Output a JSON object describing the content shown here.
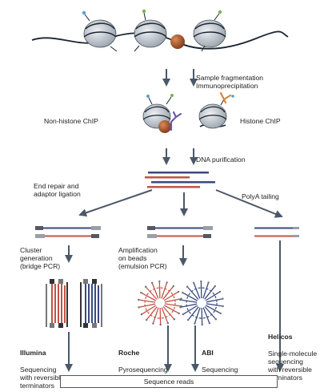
{
  "labels": {
    "fragmentation": "Sample fragmentation\nImmunoprecipitation",
    "non_histone": "Non-histone ChIP",
    "histone": "Histone ChIP",
    "dna_purification": "DNA purification",
    "end_repair": "End repair and\nadaptor ligation",
    "polya": "PolyA tailing",
    "cluster": "Cluster\ngeneration\n(bridge PCR)",
    "amplification": "Amplification\non beads\n(emulsion PCR)"
  },
  "platforms": {
    "illumina": {
      "name": "Illumina",
      "desc": "Sequencing\nwith reversible\nterminators"
    },
    "roche": {
      "name": "Roche",
      "desc": "Pyrosequencing"
    },
    "abi": {
      "name": "ABI",
      "desc": "Sequencing\nby ligation"
    },
    "helicos": {
      "name": "Helicos",
      "desc": "Single-molecule\nsequencing\nwith reversible\nterminators"
    }
  },
  "sequence_reads": "Sequence reads",
  "colors": {
    "dna": "#1b2431",
    "nucleosome": "#c9cfd6",
    "protein": "#a85a2e",
    "arrow": "#4a5868",
    "strand_blue": "#3a4a7e",
    "strand_red": "#c25446",
    "adaptor": "#6b6f75",
    "histone_mark_green": "#7fb24a",
    "histone_mark_blue": "#5aa0c8",
    "antibody_purple": "#6a5aa8",
    "antibody_orange": "#d08a40"
  }
}
